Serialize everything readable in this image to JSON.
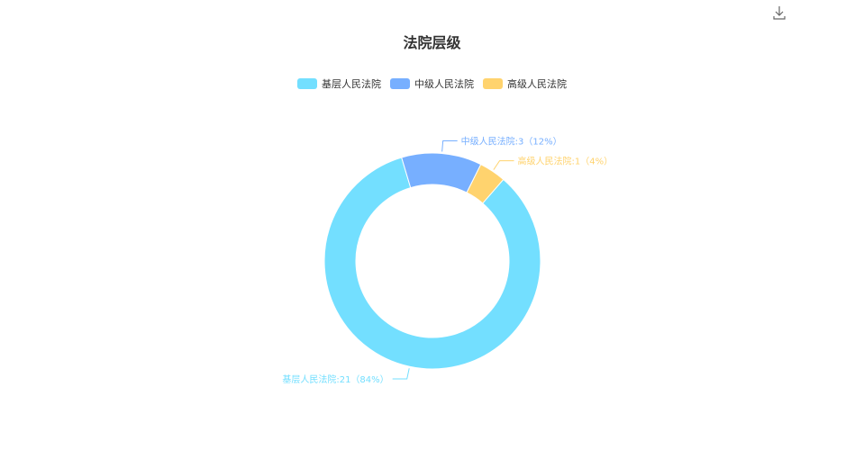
{
  "toolbar": {
    "download_icon": "download-icon"
  },
  "chart_data": {
    "type": "pie",
    "title": "法院层级",
    "legend_position": "top-center",
    "series": [
      {
        "name": "基层人民法院",
        "value": 21,
        "percent": 84,
        "color": "#73dfff",
        "label": "基层人民法院:21（84%）"
      },
      {
        "name": "中级人民法院",
        "value": 3,
        "percent": 12,
        "color": "#77afff",
        "label": "中级人民法院:3（12%）"
      },
      {
        "name": "高级人民法院",
        "value": 1,
        "percent": 4,
        "color": "#ffd36e",
        "label": "高级人民法院:1（4%）"
      }
    ]
  }
}
